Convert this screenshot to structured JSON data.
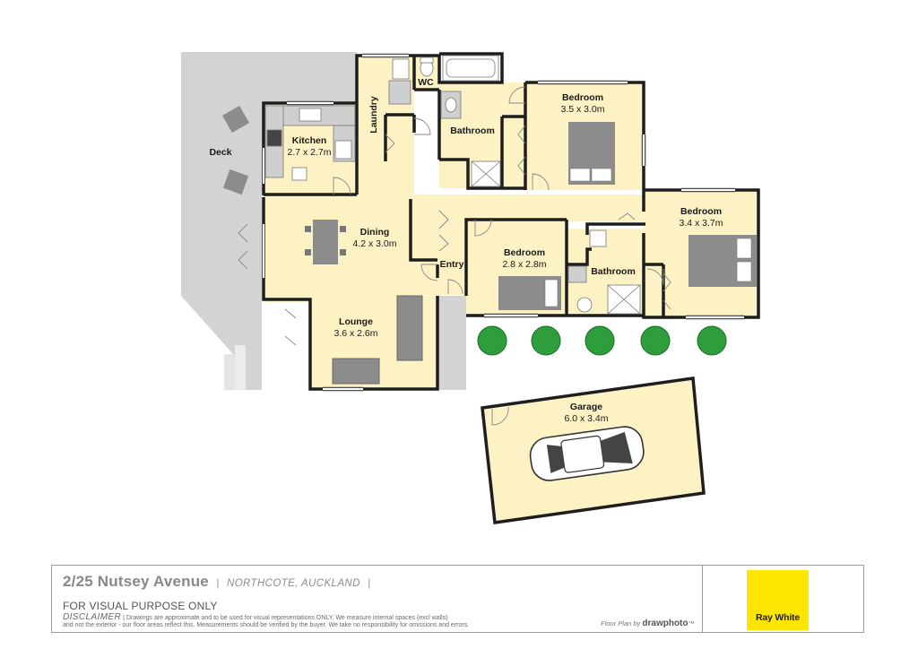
{
  "rooms": {
    "deck": {
      "name": "Deck"
    },
    "kitchen": {
      "name": "Kitchen",
      "size": "2.7 x 2.7m"
    },
    "laundry": {
      "name": "Laundry"
    },
    "wc": {
      "name": "WC"
    },
    "bathroom_main": {
      "name": "Bathroom"
    },
    "bedroom_1": {
      "name": "Bedroom",
      "size": "3.5 x 3.0m"
    },
    "bedroom_2": {
      "name": "Bedroom",
      "size": "3.4 x 3.7m"
    },
    "dining": {
      "name": "Dining",
      "size": "4.2 x 3.0m"
    },
    "entry": {
      "name": "Entry"
    },
    "bedroom_3": {
      "name": "Bedroom",
      "size": "2.8 x 2.8m"
    },
    "bathroom_2": {
      "name": "Bathroom"
    },
    "lounge": {
      "name": "Lounge",
      "size": "3.6 x 2.6m"
    },
    "garage": {
      "name": "Garage",
      "size": "6.0 x 3.4m"
    }
  },
  "footer": {
    "address": "2/25 Nutsey Avenue",
    "separator": "|",
    "suburb": "NORTHCOTE, AUCKLAND",
    "visual_note": "FOR VISUAL PURPOSE ONLY",
    "disclaimer_title": "DISCLAIMER",
    "disclaimer_line1": "| Drawings are approximate and to be used for visual representations ONLY. We measure internal spaces (excl walls)",
    "disclaimer_line2": "and not the exterior - our floor areas reflect this. Measurements should be verified by the buyer. We take no responsibility for omissions and errors.",
    "credit_prefix": "Floor Plan by",
    "credit_brand": "drawphoto",
    "credit_tm": "™",
    "logo_text": "Ray White"
  },
  "colors": {
    "room_fill": "#fcf2c4",
    "wall": "#1e1e1e",
    "deck": "#d3d3d3",
    "bed": "#8c8c8c",
    "tree": "#2e9e3c",
    "logo": "#ffe600"
  }
}
